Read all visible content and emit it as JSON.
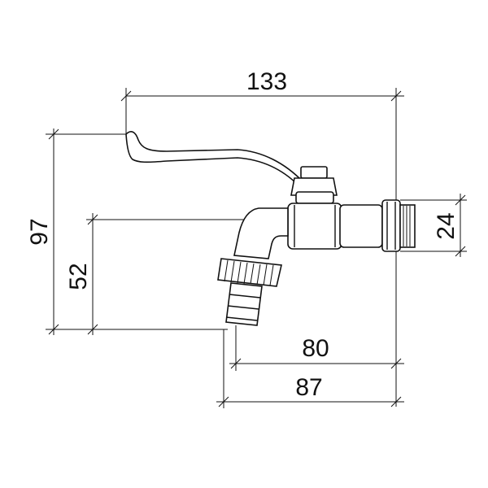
{
  "dimensions": {
    "overall_length": "133",
    "overall_height": "97",
    "outlet_height": "52",
    "thread_size": "24",
    "outlet_to_end": "80",
    "hose_to_end": "87"
  },
  "colors": {
    "line": "#111111",
    "background": "#ffffff"
  }
}
